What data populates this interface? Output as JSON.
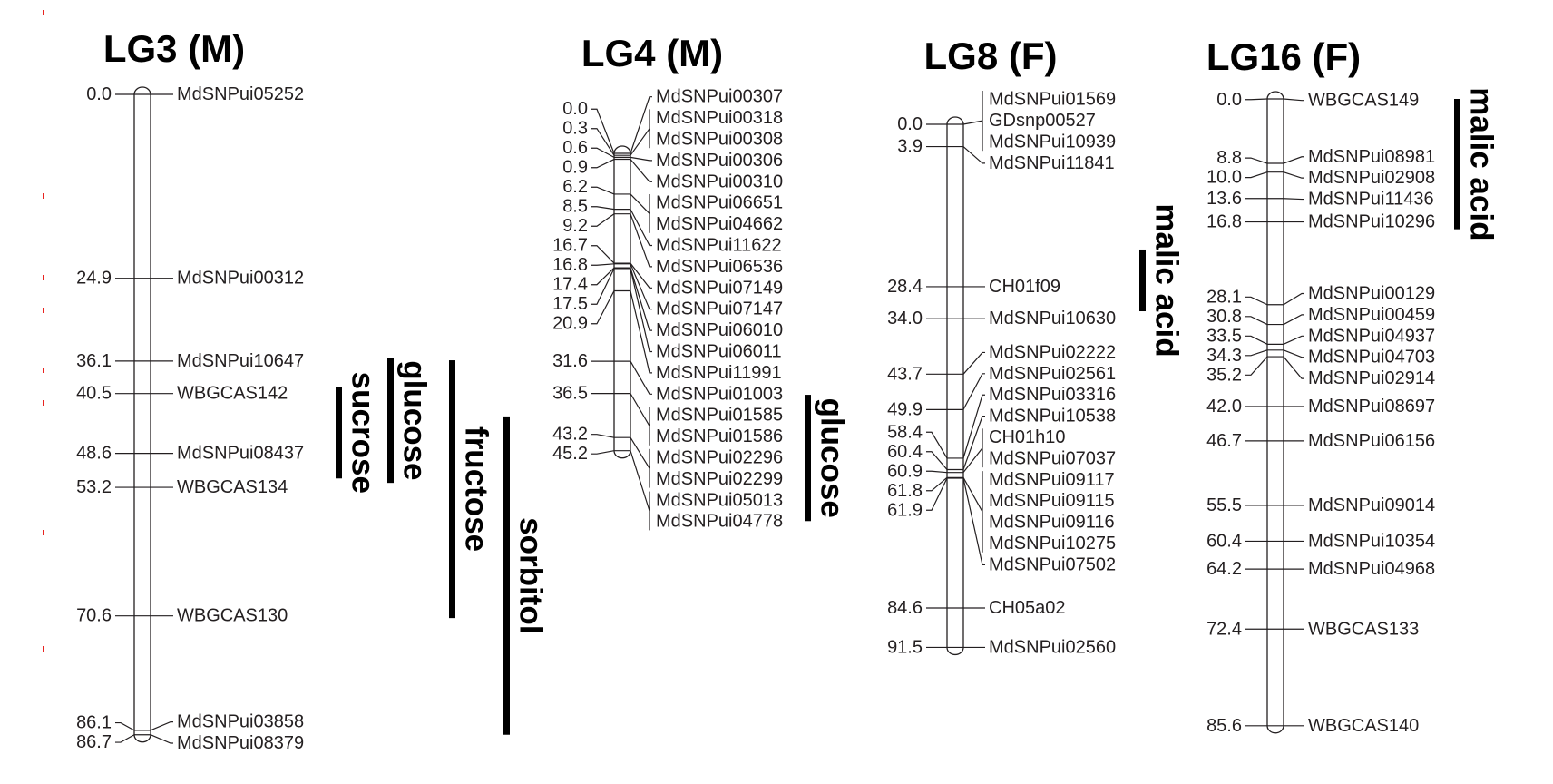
{
  "chart_data": {
    "type": "genetic-linkage-map",
    "units": "cM",
    "linkage_groups": [
      {
        "title": "LG3 (M)",
        "positions": [
          {
            "cM": "0.0",
            "markers": [
              "MdSNPui05252"
            ]
          },
          {
            "cM": "24.9",
            "markers": [
              "MdSNPui00312"
            ]
          },
          {
            "cM": "36.1",
            "markers": [
              "MdSNPui10647"
            ]
          },
          {
            "cM": "40.5",
            "markers": [
              "WBGCAS142"
            ]
          },
          {
            "cM": "48.6",
            "markers": [
              "MdSNPui08437"
            ]
          },
          {
            "cM": "53.2",
            "markers": [
              "WBGCAS134"
            ]
          },
          {
            "cM": "70.6",
            "markers": [
              "WBGCAS130"
            ]
          },
          {
            "cM": "86.1",
            "markers": [
              "MdSNPui03858"
            ]
          },
          {
            "cM": "86.7",
            "markers": [
              "MdSNPui08379"
            ]
          }
        ],
        "qtl": [
          {
            "trait": "sucrose",
            "from": 39.6,
            "to": 52.0
          },
          {
            "trait": "glucose",
            "from": 35.7,
            "to": 52.6
          },
          {
            "trait": "fructose",
            "from": 36.0,
            "to": 70.9
          },
          {
            "trait": "sorbitol",
            "from": 43.6,
            "to": 86.7
          }
        ]
      },
      {
        "title": "LG4 (M)",
        "positions": [
          {
            "cM": "0.0",
            "markers": [
              "MdSNPui00307"
            ]
          },
          {
            "cM": "0.3",
            "markers": [
              "MdSNPui00318",
              "MdSNPui00308"
            ]
          },
          {
            "cM": "0.6",
            "markers": [
              "MdSNPui00306"
            ]
          },
          {
            "cM": "0.9",
            "markers": [
              "MdSNPui00310"
            ]
          },
          {
            "cM": "6.2",
            "markers": [
              "MdSNPui06651",
              "MdSNPui04662"
            ]
          },
          {
            "cM": "8.5",
            "markers": [
              "MdSNPui11622"
            ]
          },
          {
            "cM": "9.2",
            "markers": [
              "MdSNPui06536"
            ]
          },
          {
            "cM": "16.7",
            "markers": [
              "MdSNPui07149"
            ]
          },
          {
            "cM": "16.8",
            "markers": [
              "MdSNPui07147"
            ]
          },
          {
            "cM": "17.4",
            "markers": [
              "MdSNPui06010"
            ]
          },
          {
            "cM": "17.5",
            "markers": [
              "MdSNPui06011"
            ]
          },
          {
            "cM": "20.9",
            "markers": [
              "MdSNPui11991"
            ]
          },
          {
            "cM": "31.6",
            "markers": [
              "MdSNPui01003"
            ]
          },
          {
            "cM": "36.5",
            "markers": [
              "MdSNPui01585",
              "MdSNPui01586"
            ]
          },
          {
            "cM": "43.2",
            "markers": [
              "MdSNPui02296",
              "MdSNPui02299"
            ]
          },
          {
            "cM": "45.2",
            "markers": [
              "MdSNPui05013",
              "MdSNPui04778"
            ]
          }
        ],
        "qtl": [
          {
            "trait": "glucose",
            "from": 36.7,
            "to": 55.9
          }
        ]
      },
      {
        "title": "LG8 (F)",
        "positions": [
          {
            "cM": "0.0",
            "markers": [
              "MdSNPui01569",
              "GDsnp00527",
              "MdSNPui10939"
            ]
          },
          {
            "cM": "3.9",
            "markers": [
              "MdSNPui11841"
            ]
          },
          {
            "cM": "28.4",
            "markers": [
              "CH01f09"
            ]
          },
          {
            "cM": "34.0",
            "markers": [
              "MdSNPui10630"
            ]
          },
          {
            "cM": "43.7",
            "markers": [
              "MdSNPui02222"
            ]
          },
          {
            "cM": "49.9",
            "markers": [
              "MdSNPui02561"
            ]
          },
          {
            "cM": "58.4",
            "markers": [
              "MdSNPui03316"
            ]
          },
          {
            "cM": "60.4",
            "markers": [
              "MdSNPui10538"
            ]
          },
          {
            "cM": "60.9",
            "markers": [
              "CH01h10",
              "MdSNPui07037"
            ]
          },
          {
            "cM": "61.8",
            "markers": [
              "MdSNPui09117",
              "MdSNPui09115",
              "MdSNPui09116",
              "MdSNPui10275"
            ]
          },
          {
            "cM": "61.9",
            "markers": [
              "MdSNPui07502"
            ]
          },
          {
            "cM": "84.6",
            "markers": [
              "CH05a02"
            ]
          },
          {
            "cM": "91.5",
            "markers": [
              "MdSNPui02560"
            ]
          }
        ],
        "qtl": [
          {
            "trait": "malic acid",
            "from": 21.9,
            "to": 32.7
          }
        ]
      },
      {
        "title": "LG16 (F)",
        "positions": [
          {
            "cM": "0.0",
            "markers": [
              "WBGCAS149"
            ]
          },
          {
            "cM": "8.8",
            "markers": [
              "MdSNPui08981"
            ]
          },
          {
            "cM": "10.0",
            "markers": [
              "MdSNPui02908"
            ]
          },
          {
            "cM": "13.6",
            "markers": [
              "MdSNPui11436"
            ]
          },
          {
            "cM": "16.8",
            "markers": [
              "MdSNPui10296"
            ]
          },
          {
            "cM": "28.1",
            "markers": [
              "MdSNPui00129"
            ]
          },
          {
            "cM": "30.8",
            "markers": [
              "MdSNPui00459"
            ]
          },
          {
            "cM": "33.5",
            "markers": [
              "MdSNPui04937"
            ]
          },
          {
            "cM": "34.3",
            "markers": [
              "MdSNPui04703"
            ]
          },
          {
            "cM": "35.2",
            "markers": [
              "MdSNPui02914"
            ]
          },
          {
            "cM": "42.0",
            "markers": [
              "MdSNPui08697"
            ]
          },
          {
            "cM": "46.7",
            "markers": [
              "MdSNPui06156"
            ]
          },
          {
            "cM": "55.5",
            "markers": [
              "MdSNPui09014"
            ]
          },
          {
            "cM": "60.4",
            "markers": [
              "MdSNPui10354"
            ]
          },
          {
            "cM": "64.2",
            "markers": [
              "MdSNPui04968"
            ]
          },
          {
            "cM": "72.4",
            "markers": [
              "WBGCAS133"
            ]
          },
          {
            "cM": "85.6",
            "markers": [
              "WBGCAS140"
            ]
          }
        ],
        "qtl": [
          {
            "trait": "malic acid",
            "from": 0.0,
            "to": 17.8
          }
        ]
      }
    ],
    "colors": {
      "line": "#231f20",
      "qtl_bar": "#000000",
      "side_marks": "#e8231f"
    }
  }
}
